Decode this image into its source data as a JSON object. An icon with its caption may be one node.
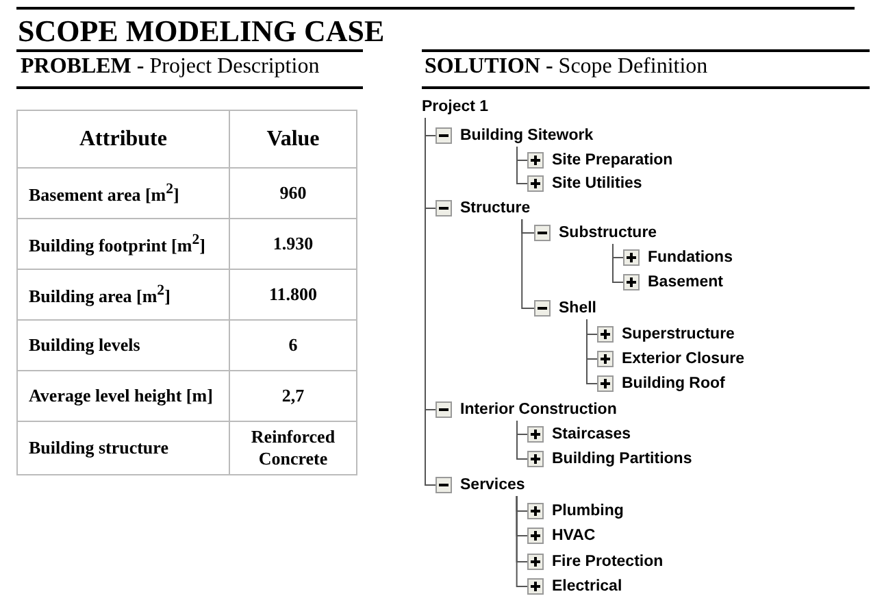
{
  "diagram": {
    "title": "SCOPE MODELING CASE",
    "nodes": [
      {
        "text": [
          "Project 1"
        ]
      },
      {
        "text": [
          "Building Sitework"
        ]
      },
      {
        "text": [
          "Site Preparation"
        ]
      },
      {
        "text": [
          "Site Utilities"
        ]
      },
      {
        "text": [
          "Structure"
        ]
      },
      {
        "text": [
          "Substructure"
        ]
      },
      {
        "text": [
          "Fundations"
        ]
      },
      {
        "text": [
          "Basement"
        ]
      },
      {
        "text": [
          "Shell"
        ]
      },
      {
        "text": [
          "Superstructure"
        ]
      },
      {
        "text": [
          "Exterior Closure"
        ]
      },
      {
        "text": [
          "Building Roof"
        ]
      },
      {
        "text": [
          "Interior Construction"
        ]
      },
      {
        "text": [
          "Staircases"
        ]
      },
      {
        "text": [
          "Building Partitions"
        ]
      },
      {
        "text": [
          "Services"
        ]
      },
      {
        "text": [
          "Plumbing"
        ]
      },
      {
        "text": [
          "HVAC"
        ]
      },
      {
        "text": [
          "Fire Protection"
        ]
      },
      {
        "text": [
          "Electrical"
        ]
      }
    ],
    "edges": [
      {
        "from": 0,
        "to": 1,
        "arrow": "none"
      },
      {
        "from": 1,
        "to": 2,
        "arrow": "none"
      },
      {
        "from": 1,
        "to": 3,
        "arrow": "none"
      },
      {
        "from": 0,
        "to": 4,
        "arrow": "none"
      },
      {
        "from": 4,
        "to": 5,
        "arrow": "none"
      },
      {
        "from": 5,
        "to": 6,
        "arrow": "none"
      },
      {
        "from": 5,
        "to": 7,
        "arrow": "none"
      },
      {
        "from": 4,
        "to": 8,
        "arrow": "none"
      },
      {
        "from": 8,
        "to": 9,
        "arrow": "none"
      },
      {
        "from": 8,
        "to": 10,
        "arrow": "none"
      },
      {
        "from": 8,
        "to": 11,
        "arrow": "none"
      },
      {
        "from": 0,
        "to": 12,
        "arrow": "none"
      },
      {
        "from": 12,
        "to": 13,
        "arrow": "none"
      },
      {
        "from": 12,
        "to": 14,
        "arrow": "none"
      },
      {
        "from": 0,
        "to": 15,
        "arrow": "none"
      },
      {
        "from": 15,
        "to": 16,
        "arrow": "none"
      },
      {
        "from": 15,
        "to": 17,
        "arrow": "none"
      },
      {
        "from": 15,
        "to": 18,
        "arrow": "none"
      },
      {
        "from": 15,
        "to": 19,
        "arrow": "none"
      }
    ],
    "labels": [
      "**PROBLEM -** Project Description",
      "**SOLUTION -** Scope Definition",
      "Attribute",
      "Value",
      "Basement area [m$^{2}$]",
      "960",
      "Building footprint [m$^{2}$]",
      "1.930",
      "Building area [m$^{2}$]",
      "11.800",
      "Building levels",
      "6",
      "Average level height [m]",
      "2,7",
      "Building structure",
      "Reinforced Concrete"
    ]
  }
}
